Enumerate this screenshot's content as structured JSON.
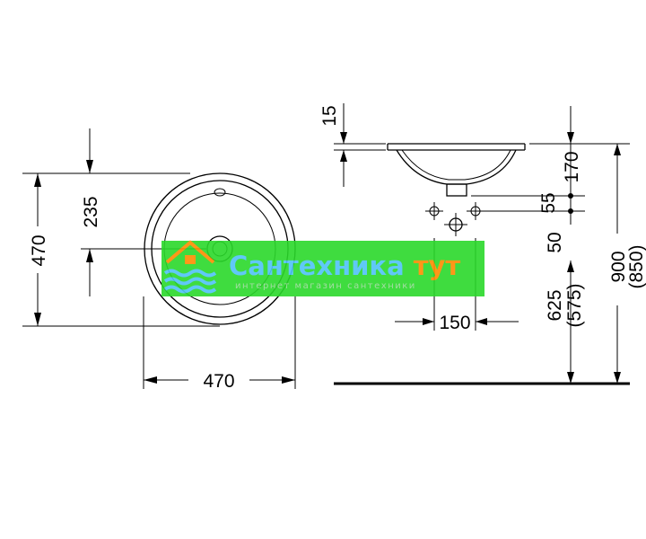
{
  "plan_view": {
    "depth_dim": "470",
    "width_dim": "470",
    "drain_offset_dim": "235"
  },
  "side_view": {
    "rim_dim": "15",
    "bowl_depth_dim": "170",
    "tap_spacing_dim": "55",
    "drain_gap_dim": "50",
    "waste_width_dim": "150",
    "waste_height_dim": "625",
    "waste_height_alt_dim": "(575)",
    "rim_height_dim": "900",
    "rim_height_alt_dim": "(850)"
  },
  "watermark": {
    "title_word1": "Сантехника",
    "title_word2": "тут",
    "subtitle": "интернет магазин сантехники",
    "background_color": "#2bd92b",
    "word1_color": "#4fc3f7",
    "word2_color": "#ff8c00",
    "icon": "house-waves-logo-icon"
  }
}
